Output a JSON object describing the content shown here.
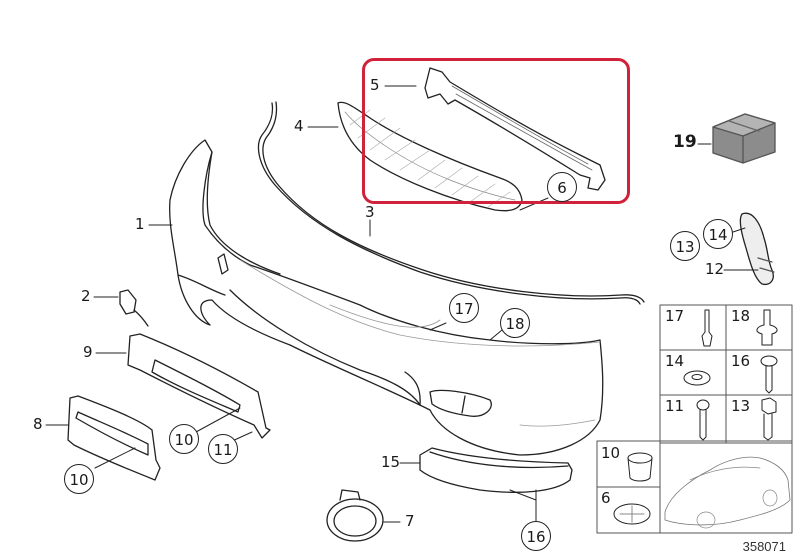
{
  "diagram": {
    "type": "exploded-parts-diagram",
    "subject": "Front bumper assembly",
    "diagram_number": "358071",
    "highlight_color": "#d0223a",
    "highlighted_parts": [
      "5",
      "6"
    ],
    "callouts": {
      "p1": "1",
      "p2": "2",
      "p3": "3",
      "p4": "4",
      "p5": "5",
      "p6": "6",
      "p7": "7",
      "p8": "8",
      "p9": "9",
      "p10a": "10",
      "p10b": "10",
      "p11": "11",
      "p12": "12",
      "p13": "13",
      "p14": "14",
      "p15": "15",
      "p16": "16",
      "p17": "17",
      "p18": "18",
      "p19": "19"
    },
    "fastener_grid": {
      "cells": [
        {
          "label": "17",
          "part": "expanding-rivet"
        },
        {
          "label": "18",
          "part": "push-clip"
        },
        {
          "label": "14",
          "part": "washer"
        },
        {
          "label": "16",
          "part": "self-tapping-screw"
        },
        {
          "label": "11",
          "part": "pan-head-screw"
        },
        {
          "label": "13",
          "part": "hex-bolt"
        }
      ]
    },
    "bottom_grid": {
      "cells": [
        {
          "label": "10",
          "part": "grommet"
        },
        {
          "label": "6",
          "part": "speed-nut"
        }
      ],
      "car_thumbnail": "vehicle-overview"
    }
  }
}
